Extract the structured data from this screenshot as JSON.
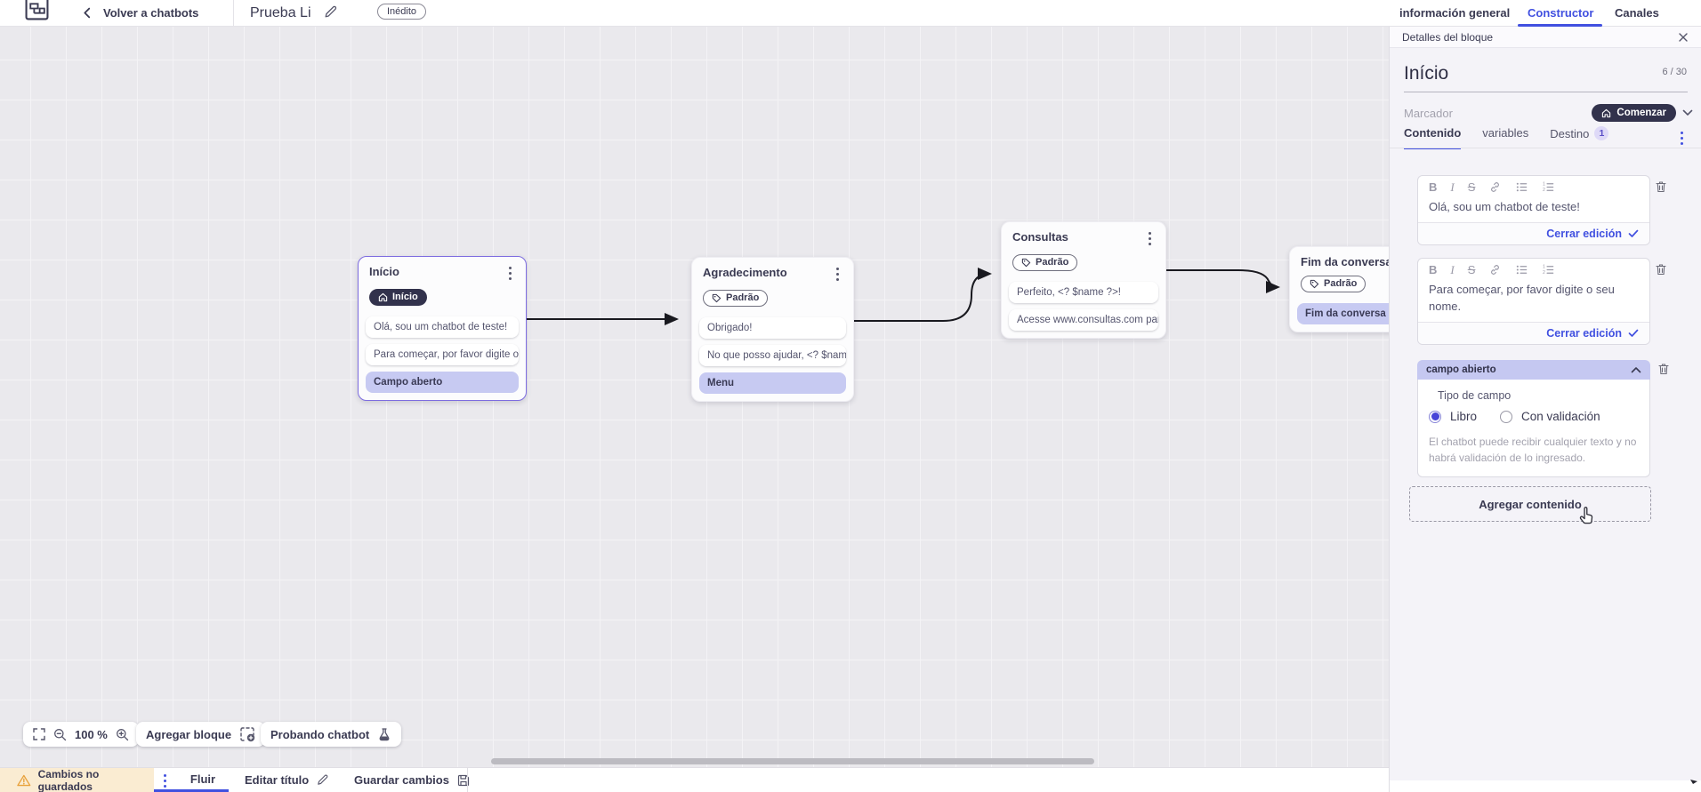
{
  "topbar": {
    "back_label": "Volver a chatbots",
    "title": "Prueba Li",
    "status_badge": "Inédito",
    "tabs": [
      {
        "label": "información general",
        "active": false
      },
      {
        "label": "Constructor",
        "active": true
      },
      {
        "label": "Canales",
        "active": false
      }
    ]
  },
  "canvas": {
    "zoom_level": "100 %",
    "add_block_label": "Agregar bloque",
    "test_chatbot_label": "Probando chatbot",
    "nodes": [
      {
        "title": "Início",
        "badge": "Início",
        "items": [
          {
            "text": "Olá, sou um chatbot de teste!",
            "highlight": false
          },
          {
            "text": "Para começar, por favor digite o ...",
            "highlight": false
          },
          {
            "text": "Campo aberto",
            "highlight": true
          }
        ]
      },
      {
        "title": "Agradecimento",
        "badge": "Padrão",
        "items": [
          {
            "text": "Obrigado!",
            "highlight": false
          },
          {
            "text": "No que posso ajudar, <? $name ...",
            "highlight": false
          },
          {
            "text": "Menu",
            "highlight": true
          }
        ]
      },
      {
        "title": "Consultas",
        "badge": "Padrão",
        "items": [
          {
            "text": "Perfeito, <? $name ?>!",
            "highlight": false
          },
          {
            "text": "Acesse www.consultas.com par...",
            "highlight": false
          }
        ]
      },
      {
        "title": "Fim da conversa",
        "badge": "Padrão",
        "items": [
          {
            "text": "Fim da conversa",
            "highlight": true
          }
        ]
      }
    ]
  },
  "bottombar": {
    "unsaved": "Cambios no guardados",
    "flow_tab": "Fluir",
    "edit_title": "Editar título",
    "save": "Guardar cambios"
  },
  "panel": {
    "header": "Detalles del bloque",
    "block_name": "Início",
    "char_count": "6 / 30",
    "marker_label": "Marcador",
    "marker_value": "Comenzar",
    "tabs": [
      {
        "label": "Contenido",
        "active": true
      },
      {
        "label": "variables",
        "active": false
      },
      {
        "label": "Destino",
        "badge": "1",
        "active": false
      }
    ],
    "editors": [
      {
        "text": "Olá, sou um chatbot de teste!",
        "close_label": "Cerrar edición"
      },
      {
        "text": "Para começar, por favor digite o seu nome.",
        "close_label": "Cerrar edición"
      }
    ],
    "field_section": {
      "title": "campo abierto",
      "type_label": "Tipo de campo",
      "options": [
        {
          "label": "Libro",
          "selected": true
        },
        {
          "label": "Con validación",
          "selected": false
        }
      ],
      "helper": "El chatbot puede recibir cualquier texto y no habrá validación de lo ingresado."
    },
    "add_content": "Agregar contenido"
  },
  "colors": {
    "accent": "#4150e0",
    "highlight": "#c7caf2",
    "dark_pill": "#32324c",
    "warning_bg": "#faecd2"
  }
}
